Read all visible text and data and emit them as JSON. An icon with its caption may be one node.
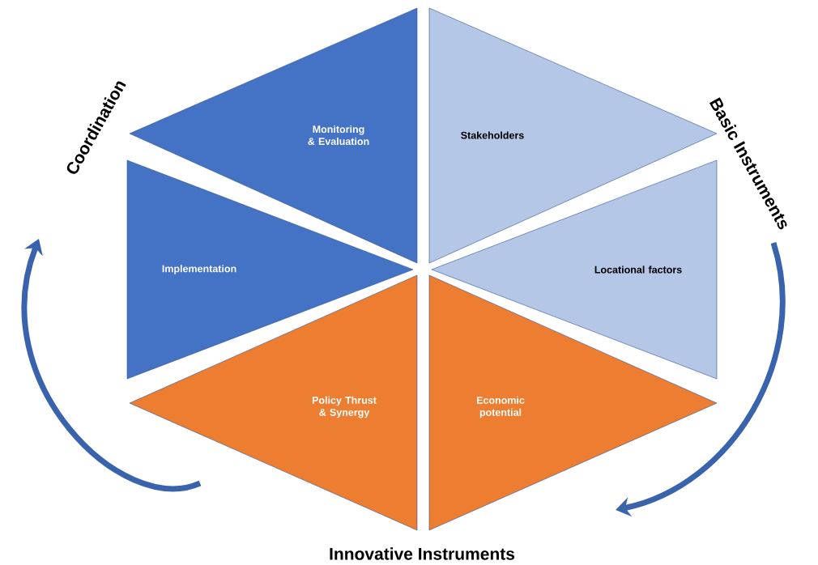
{
  "diagram": {
    "nodes": [
      {
        "text": [
          "Monitoring & Evaluation"
        ]
      },
      {
        "text": [
          "Stakeholders"
        ]
      },
      {
        "text": [
          "Implementation"
        ]
      },
      {
        "text": [
          "Locational factors"
        ]
      },
      {
        "text": [
          "Policy Thrust & Synergy"
        ]
      },
      {
        "text": [
          "Economic potential"
        ]
      },
      {
        "text": [
          "Coordination"
        ]
      },
      {
        "text": [
          "Basic Instruments"
        ]
      },
      {
        "text": [
          "Innovative Instruments"
        ]
      }
    ]
  }
}
